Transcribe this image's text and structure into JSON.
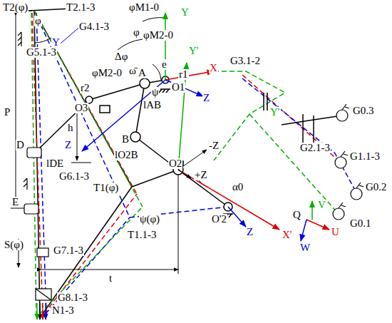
{
  "diagram": {
    "labels": [
      "T2(φ)",
      "T2.1-3",
      "φM1-0",
      "Y",
      "φ",
      "G4.1-3",
      "φ",
      "φM2-0",
      "G5.1-3",
      "Y",
      "Δφ",
      "e",
      "Y'",
      "ω̄",
      "φM2-0",
      "r1",
      "A",
      "O1",
      "X",
      "G3.1-2",
      "P",
      "r2",
      "O3",
      "lAB",
      "ψ",
      "Z",
      "Y'",
      "G2.1-3",
      "G0.3",
      "G1.1-3",
      "G0.2",
      "G0.1",
      "D",
      "lDE",
      "h",
      "B",
      "Z",
      "G6.1-3",
      "lO2B",
      "O2",
      "-Z",
      "+Z",
      "α0",
      "E",
      "T1(φ)",
      "ψ(φ)",
      "O'2",
      "Z",
      "X'",
      "Q",
      "V",
      "U",
      "W",
      "T1.1-3",
      "S(φ)",
      "G7.1-3",
      "t",
      "G8.1-3",
      "N1-3"
    ]
  }
}
